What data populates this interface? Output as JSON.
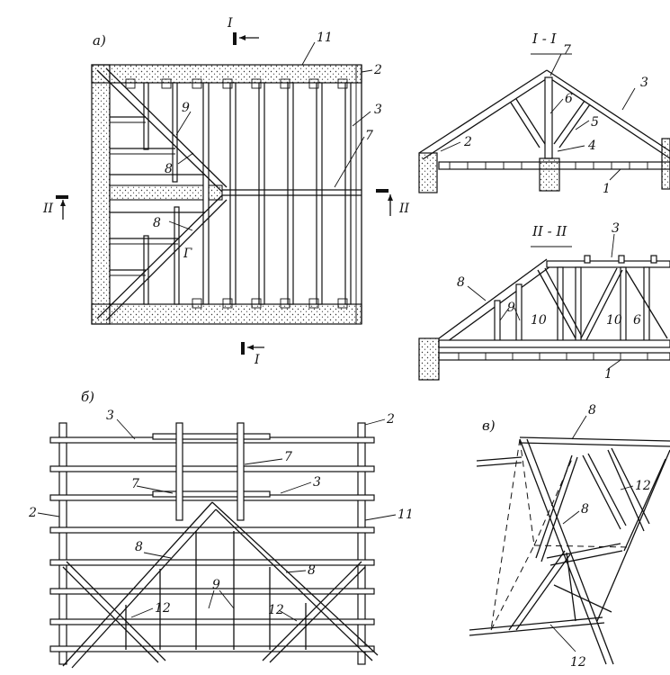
{
  "panel_a": {
    "label": "а)",
    "numbers": [
      "11",
      "2",
      "3",
      "9",
      "8",
      "7",
      "8",
      "Г"
    ],
    "section_marks": [
      "I",
      "I",
      "II",
      "II"
    ]
  },
  "section_1": {
    "title": "I - I",
    "numbers": [
      "7",
      "3",
      "6",
      "5",
      "2",
      "4",
      "1"
    ]
  },
  "section_2": {
    "title": "II - II",
    "numbers": [
      "3",
      "8",
      "9",
      "10",
      "10",
      "6",
      "1"
    ]
  },
  "panel_b": {
    "label": "б)",
    "numbers": [
      "3",
      "2",
      "7",
      "7",
      "3",
      "2",
      "11",
      "8",
      "8",
      "9",
      "12",
      "12"
    ]
  },
  "panel_c": {
    "label": "в)",
    "numbers": [
      "8",
      "12",
      "8",
      "12"
    ]
  }
}
